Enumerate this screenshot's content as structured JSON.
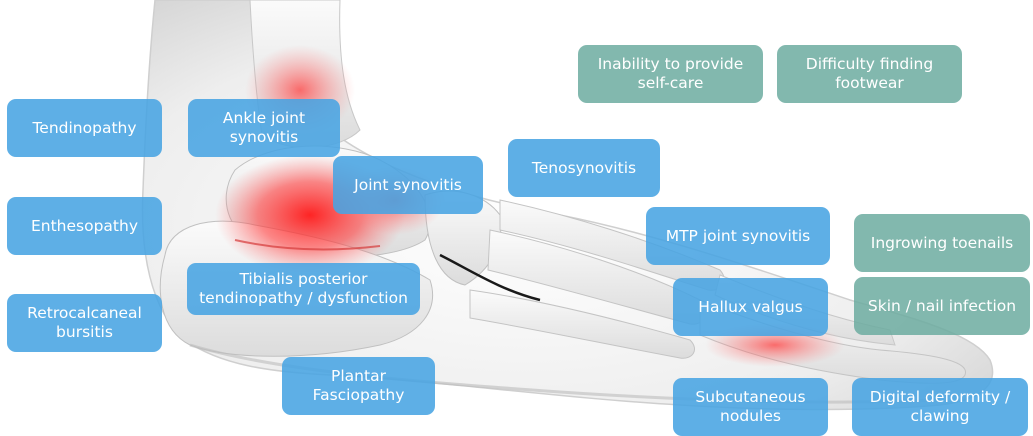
{
  "colors": {
    "condition_label": "#48a4e2",
    "impact_label": "#6caca0",
    "inflammation": "#ff2a2a"
  },
  "labels": {
    "tendinopathy": "Tendinopathy",
    "enthesopathy": "Enthesopathy",
    "retrocalcaneal_bursitis": "Retrocalcaneal bursitis",
    "ankle_joint_synovitis": "Ankle joint synovitis",
    "joint_synovitis": "Joint synovitis",
    "tibialis_posterior": "Tibialis posterior tendinopathy / dysfunction",
    "plantar_fasciopathy": "Plantar Fasciopathy",
    "tenosynovitis": "Tenosynovitis",
    "mtp_joint_synovitis": "MTP joint synovitis",
    "hallux_valgus": "Hallux valgus",
    "subcutaneous_nodules": "Subcutaneous nodules",
    "inability_self_care": "Inability to provide self-care",
    "difficulty_footwear": "Difficulty finding footwear",
    "ingrowing_toenails": "Ingrowing toenails",
    "skin_nail_infection": "Skin / nail infection",
    "digital_deformity": "Digital deformity / clawing"
  }
}
